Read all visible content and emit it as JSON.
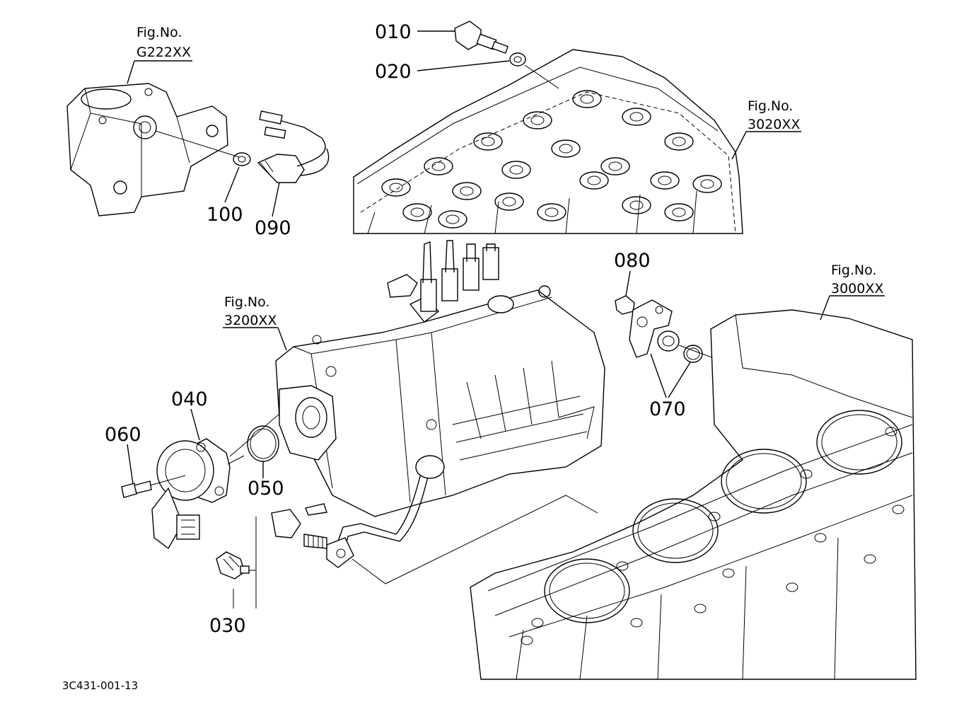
{
  "figure_refs": [
    {
      "key": "fig-g222",
      "label": "Fig.No.",
      "code": "G222XX"
    },
    {
      "key": "fig-3020",
      "label": "Fig.No.",
      "code": "3020XX"
    },
    {
      "key": "fig-3200",
      "label": "Fig.No.",
      "code": "3200XX"
    },
    {
      "key": "fig-3000",
      "label": "Fig.No.",
      "code": "3000XX"
    }
  ],
  "parts": {
    "p010": "010",
    "p020": "020",
    "p030": "030",
    "p040": "040",
    "p050": "050",
    "p060": "060",
    "p070": "070",
    "p080": "080",
    "p090": "090",
    "p100": "100"
  },
  "drawing_code": "3C431-001-13"
}
